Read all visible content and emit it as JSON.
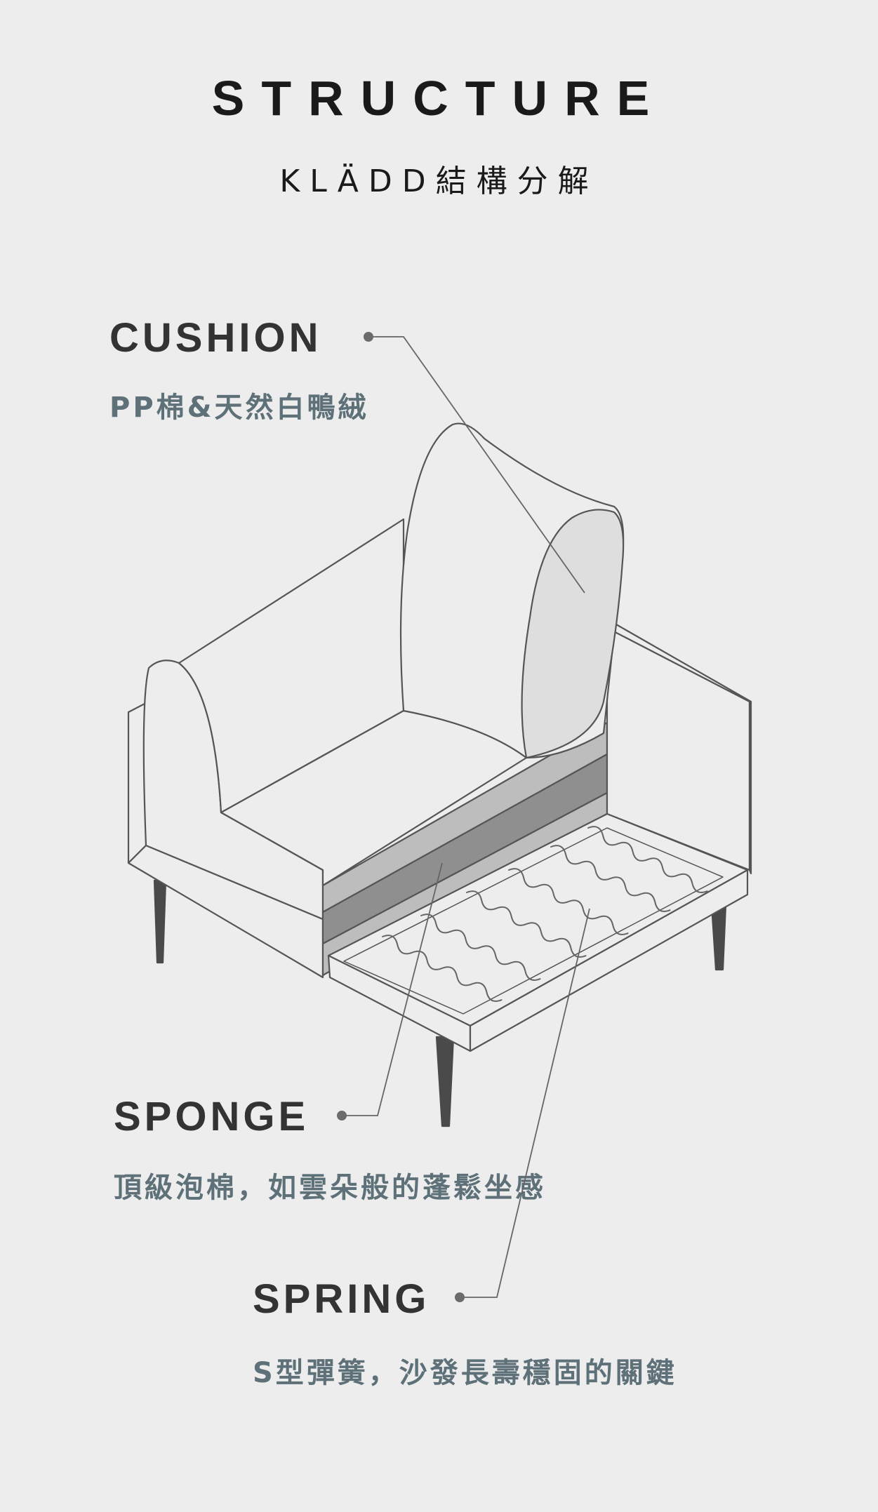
{
  "header": {
    "title": "STRUCTURE",
    "subtitle": "KLÄDD結構分解"
  },
  "parts": [
    {
      "label": "CUSHION",
      "description": "PP棉&天然白鴨絨"
    },
    {
      "label": "SPONGE",
      "description": "頂級泡棉，如雲朵般的蓬鬆坐感"
    },
    {
      "label": "SPRING",
      "description": "S型彈簧，沙發長壽穩固的關鍵"
    }
  ],
  "colors": {
    "background": "#ededed",
    "label": "#333333",
    "description": "#5e7078",
    "line": "#555555",
    "sponge_light": "#bdbdbd",
    "sponge_dark": "#8f8f8f",
    "leg": "#4a4a4a"
  }
}
